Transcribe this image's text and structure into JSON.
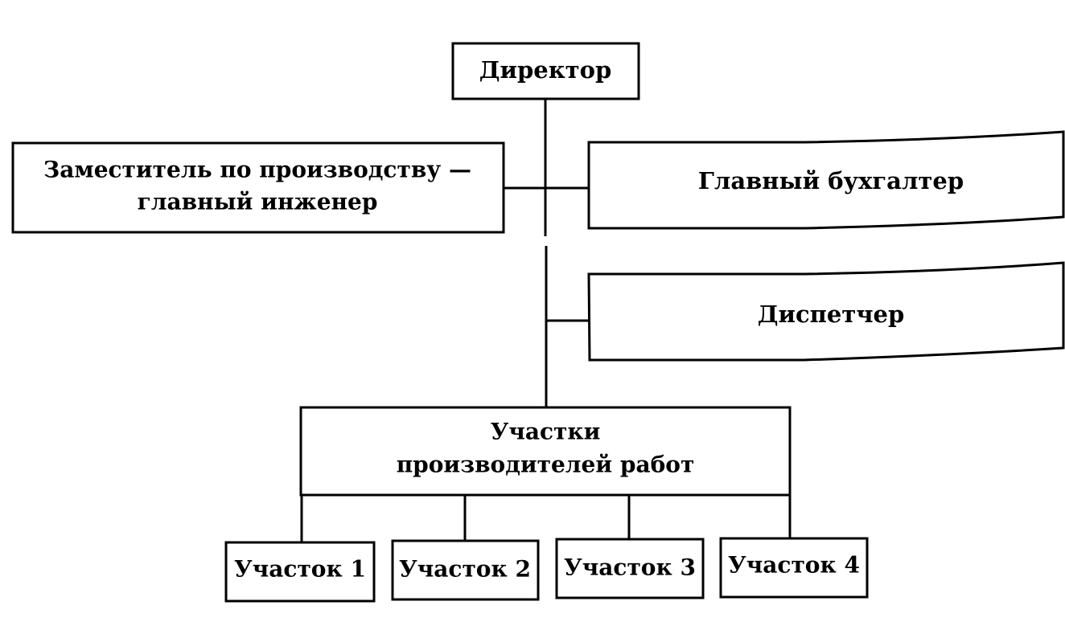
{
  "diagram": {
    "type": "org-chart",
    "nodes": {
      "director": {
        "lines": [
          "Директор"
        ]
      },
      "deputy": {
        "lines": [
          "Заместитель по производству —",
          "главный инженер"
        ]
      },
      "accountant": {
        "lines": [
          "Главный бухгалтер"
        ]
      },
      "dispatcher": {
        "lines": [
          "Диспетчер"
        ]
      },
      "sites": {
        "lines": [
          "Участки",
          "производителей работ"
        ]
      },
      "site1": {
        "lines": [
          "Участок 1"
        ]
      },
      "site2": {
        "lines": [
          "Участок 2"
        ]
      },
      "site3": {
        "lines": [
          "Участок 3"
        ]
      },
      "site4": {
        "lines": [
          "Участок 4"
        ]
      }
    },
    "edges": [
      {
        "from": "director",
        "to": "deputy"
      },
      {
        "from": "director",
        "to": "accountant"
      },
      {
        "from": "director",
        "to": "dispatcher"
      },
      {
        "from": "director",
        "to": "sites"
      },
      {
        "from": "sites",
        "to": "site1"
      },
      {
        "from": "sites",
        "to": "site2"
      },
      {
        "from": "sites",
        "to": "site3"
      },
      {
        "from": "sites",
        "to": "site4"
      }
    ]
  }
}
